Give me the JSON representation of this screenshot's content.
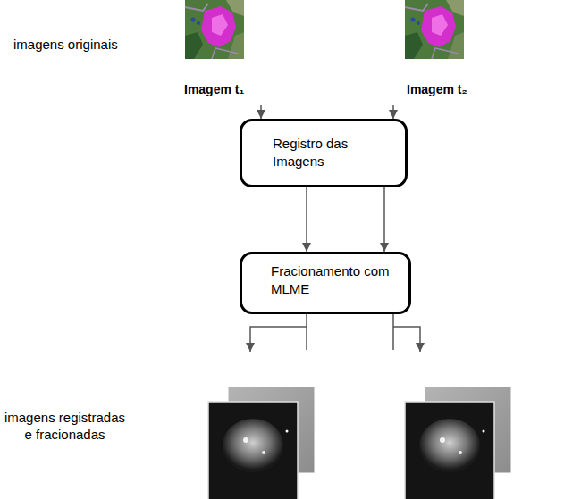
{
  "diagram": {
    "nodes": [
      {
        "text": [
          "Imagem t₁"
        ]
      },
      {
        "text": [
          "Imagem t₂"
        ]
      },
      {
        "text": [
          "Registro das Imagens"
        ]
      },
      {
        "text": [
          "Fracionamento com MLME"
        ]
      }
    ],
    "edges": [
      {
        "from": 0,
        "to": 2,
        "arrow": "to"
      },
      {
        "from": 1,
        "to": 2,
        "arrow": "to"
      },
      {
        "from": 2,
        "to": 3,
        "arrow": "to"
      },
      {
        "from": 2,
        "to": 3,
        "arrow": "to"
      }
    ],
    "labels": [
      "imagens originais",
      "imagens registradas e fracionadas"
    ]
  }
}
